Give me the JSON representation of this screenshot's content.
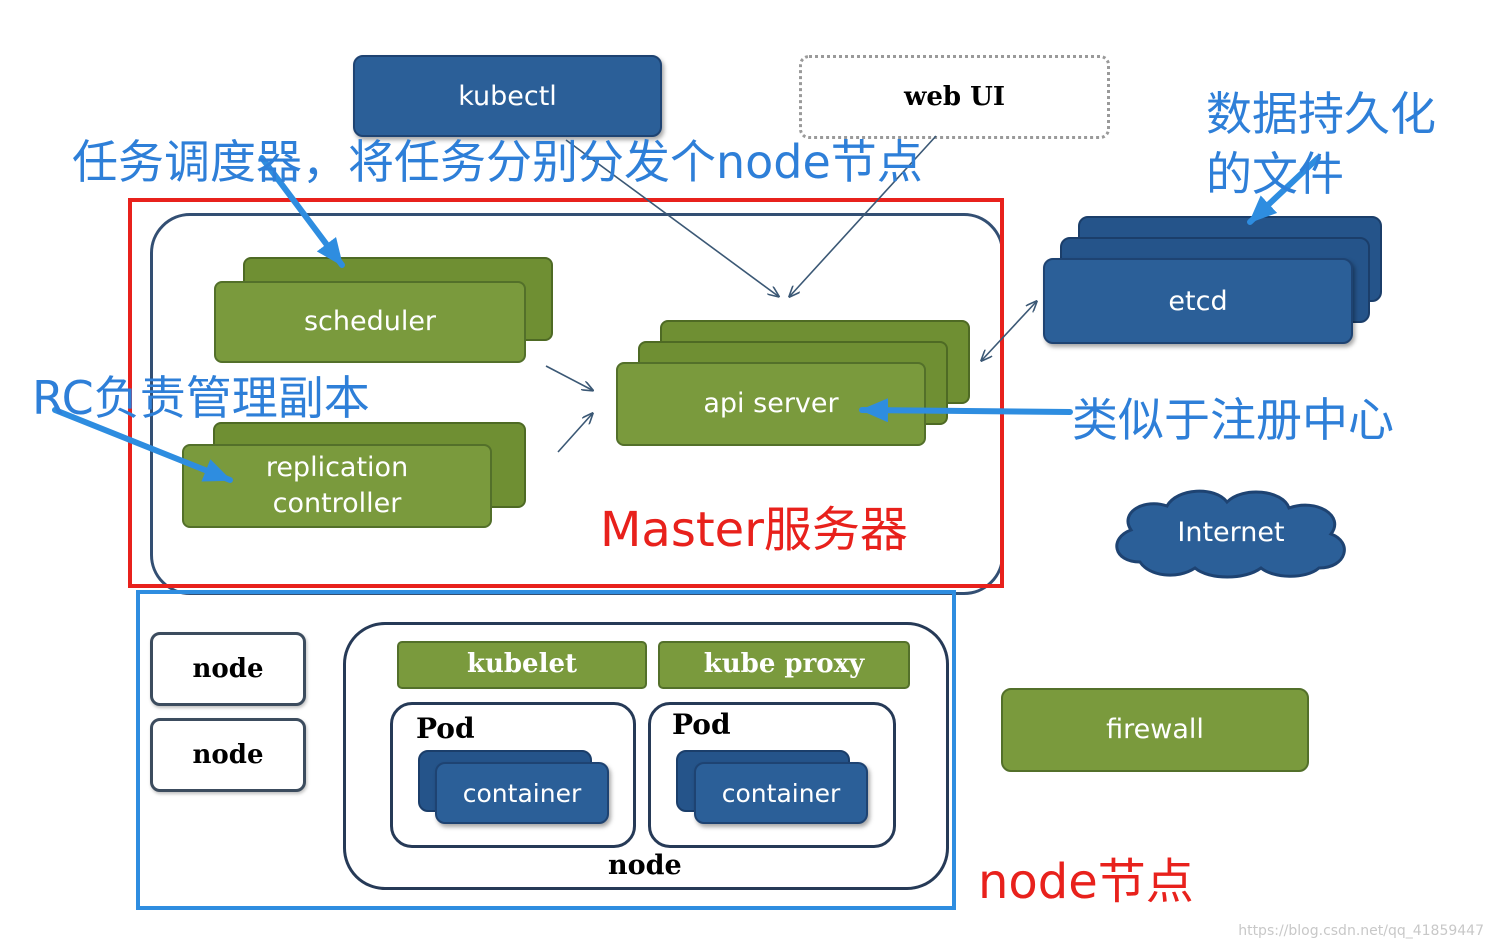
{
  "top": {
    "kubectl": "kubectl",
    "web_ui": "web UI"
  },
  "annotations": {
    "scheduler_note": "任务调度器，将任务分别分发个node节点",
    "persist_note_line1": "数据持久化",
    "persist_note_line2": "的文件",
    "rc_note": "RC负责管理副本",
    "registry_note": "类似于注册中心",
    "master_label": "Master服务器",
    "node_label": "node节点"
  },
  "master": {
    "scheduler": "scheduler",
    "replication_line1": "replication",
    "replication_line2": "controller",
    "api_server": "api server"
  },
  "right": {
    "etcd": "etcd",
    "internet": "Internet",
    "firewall": "firewall"
  },
  "nodes": {
    "node_a": "node",
    "node_b": "node",
    "kubelet": "kubelet",
    "kube_proxy": "kube proxy",
    "pod1_title": "Pod",
    "pod1_container": "container",
    "pod2_title": "Pod",
    "pod2_container": "container",
    "node_caption": "node"
  },
  "watermark": "https://blog.csdn.net/qq_41859447"
}
